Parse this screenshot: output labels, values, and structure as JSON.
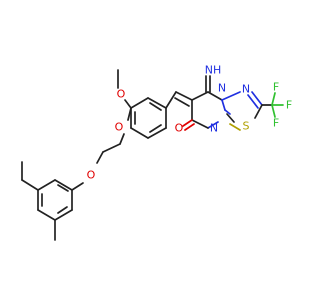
{
  "atom_labels": {
    "ether_o_left": "O",
    "ether_o_right": "O",
    "methoxy_o": "O",
    "carbonyl_o": "O",
    "imine_nh": "NH",
    "ring_n_top": "N",
    "ring_n_bridge": "N",
    "ring_n_bottom": "N",
    "thiadiazole_s": "S",
    "cf3_f_top": "F",
    "cf3_f_right": "F",
    "cf3_f_bottom": "F"
  },
  "colors": {
    "bond": "#222222",
    "oxygen": "#e00000",
    "nitrogen": "#2030e0",
    "sulfur": "#b0a000",
    "fluorine": "#30c030"
  }
}
